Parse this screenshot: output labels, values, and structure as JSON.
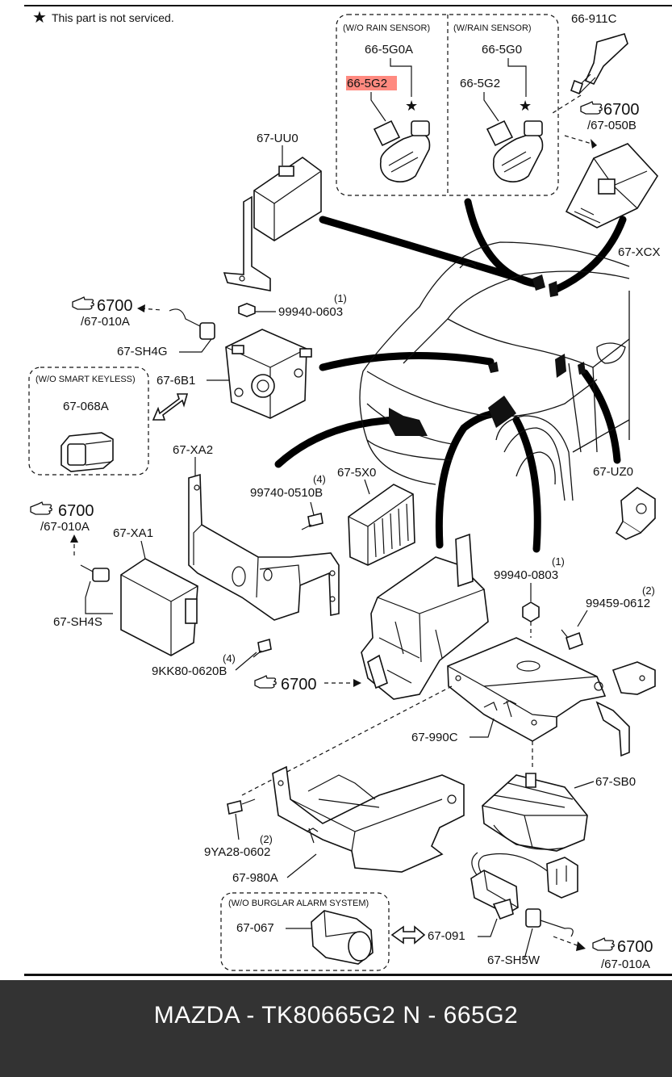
{
  "note": "This part is not serviced.",
  "groups": {
    "wo_rain_sensor": "(W/O RAIN SENSOR)",
    "w_rain_sensor": "(W/RAIN SENSOR)",
    "wo_smart_keyless": "(W/O SMART KEYLESS)",
    "wo_burglar_alarm": "(W/O BURGLAR ALARM SYSTEM)"
  },
  "labels": {
    "p665g0a": "66-5G0A",
    "p665g2_highlight": "66-5G2",
    "p665g0": "66-5G0",
    "p665g2": "66-5G2",
    "p66911c": "66-911C",
    "ref6700_a": "6700",
    "ref67050b": "/67-050B",
    "p67uu0": "67-UU0",
    "p67xcx": "67-XCX",
    "ref6700_b": "6700",
    "ref67010a_b": "/67-010A",
    "p999400603": "99940-0603",
    "qty1_a": "(1)",
    "p67sh4g": "67-SH4G",
    "p676b1": "67-6B1",
    "p67068a": "67-068A",
    "p67xa2": "67-XA2",
    "p9974005108": "99740-0510B",
    "qty4_a": "(4)",
    "p675x0": "67-5X0",
    "p67uz0": "67-UZ0",
    "ref6700_c": "6700",
    "ref67010a_c": "/67-010A",
    "p67xa1": "67-XA1",
    "p67sh4s": "67-SH4S",
    "p999400803": "99940-0803",
    "qty1_b": "(1)",
    "p994590612": "99459-0612",
    "qty2_a": "(2)",
    "qty4_b": "(4)",
    "p9kk800620b": "9KK80-0620B",
    "ref6700_d": "6700",
    "p67990c": "67-990C",
    "p67sb0": "67-SB0",
    "p9ya280602": "9YA28-0602",
    "qty2_b": "(2)",
    "p67980a": "67-980A",
    "p67067": "67-067",
    "p67091": "67-091",
    "p67sh5w": "67-SH5W",
    "ref6700_e": "6700",
    "ref67010a_e": "/67-010A"
  },
  "colors": {
    "highlight": "#ff8a80",
    "footer_bg": "#333333",
    "footer_text": "#ffffff"
  },
  "footer": {
    "text": "MAZDA - TK80665G2   N - 665G2"
  }
}
